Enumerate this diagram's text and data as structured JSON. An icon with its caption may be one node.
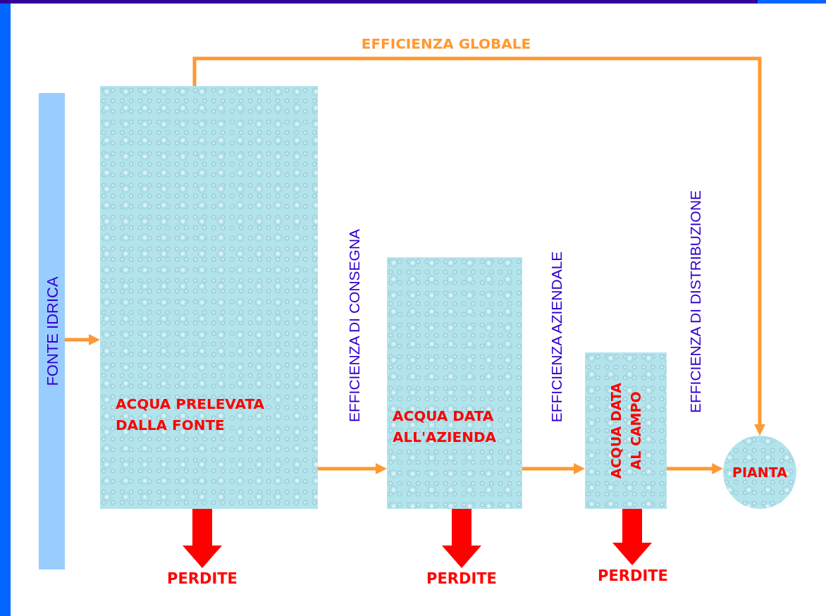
{
  "diagram": {
    "nodes": [
      {
        "text": [
          "FONTE IDRICA"
        ]
      },
      {
        "text": [
          "ACQUA PRELEVATA DALLA FONTE"
        ]
      },
      {
        "text": [
          "ACQUA DATA ALL'AZIENDA"
        ]
      },
      {
        "text": [
          "ACQUA DATA AL CAMPO"
        ]
      },
      {
        "text": [
          "PIANTA"
        ]
      },
      {
        "text": [
          "PERDITE"
        ]
      },
      {
        "text": [
          "PERDITE"
        ]
      },
      {
        "text": [
          "PERDITE"
        ]
      }
    ],
    "edges": [
      {
        "from": 0,
        "to": 1,
        "arrow": "to"
      },
      {
        "from": 1,
        "to": 2,
        "arrow": "to",
        "label": "EFFICIENZA DI CONSEGNA"
      },
      {
        "from": 2,
        "to": 3,
        "arrow": "to",
        "label": "EFFICIENZA AZIENDALE"
      },
      {
        "from": 3,
        "to": 4,
        "arrow": "to",
        "label": "EFFICIENZA DI DISTRIBUZIONE"
      },
      {
        "from": 1,
        "to": 4,
        "arrow": "to",
        "label": "EFFICIENZA GLOBALE"
      },
      {
        "from": 1,
        "to": 5,
        "arrow": "to",
        "style": "thick",
        "color": "#ff0000"
      },
      {
        "from": 2,
        "to": 6,
        "arrow": "to",
        "style": "thick",
        "color": "#ff0000"
      },
      {
        "from": 3,
        "to": 7,
        "arrow": "to",
        "style": "thick",
        "color": "#ff0000"
      }
    ]
  }
}
